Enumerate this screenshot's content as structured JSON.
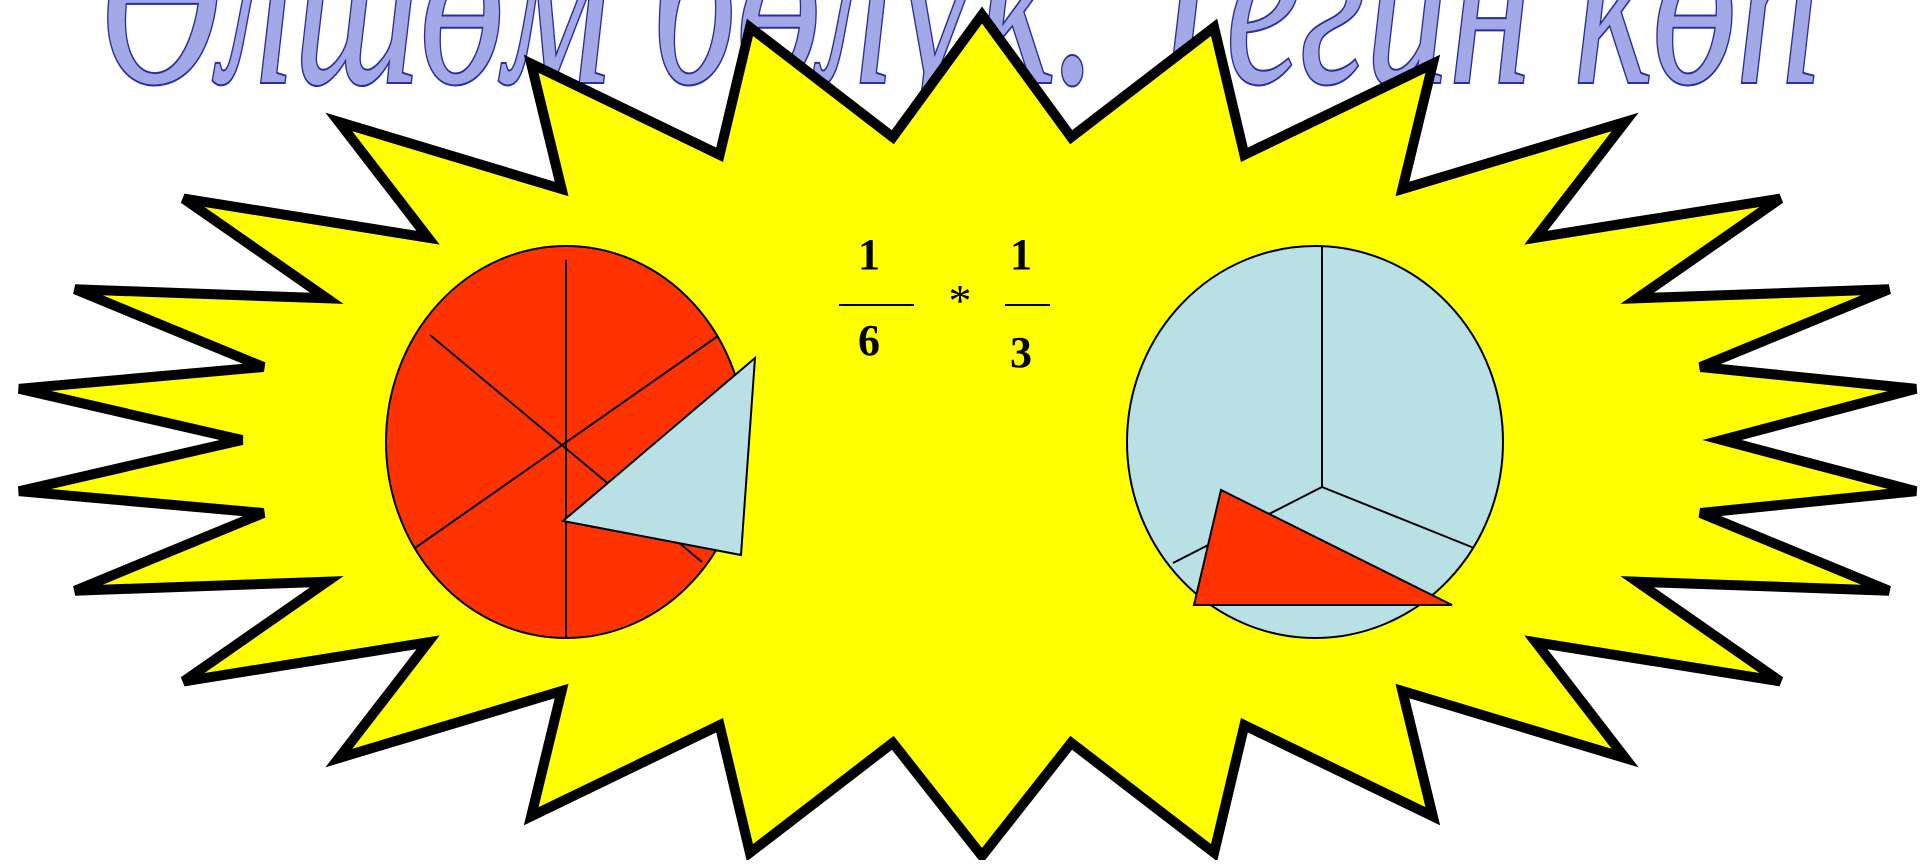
{
  "banner_text": "Өлшөм бөлүк. Тегин көп",
  "expression": {
    "left": {
      "numerator": "1",
      "denominator": "6"
    },
    "operator": "*",
    "right": {
      "numerator": "1",
      "denominator": "3"
    }
  },
  "colors": {
    "burst_fill": "#ffff00",
    "burst_stroke": "#000000",
    "red": "#ff3300",
    "light_blue": "#b9e0e4",
    "wordart_fill": "#a3a8e6",
    "wordart_stroke": "#2b2f9e",
    "ink": "#000000"
  },
  "left_circle": {
    "color": "red",
    "divided_into": 6
  },
  "left_wedge": {
    "color": "light_blue",
    "fraction_of_circle": "1/6"
  },
  "right_circle": {
    "color": "light_blue",
    "divided_into": 3
  },
  "right_wedge": {
    "color": "red",
    "fraction_of_circle": "1/3"
  }
}
